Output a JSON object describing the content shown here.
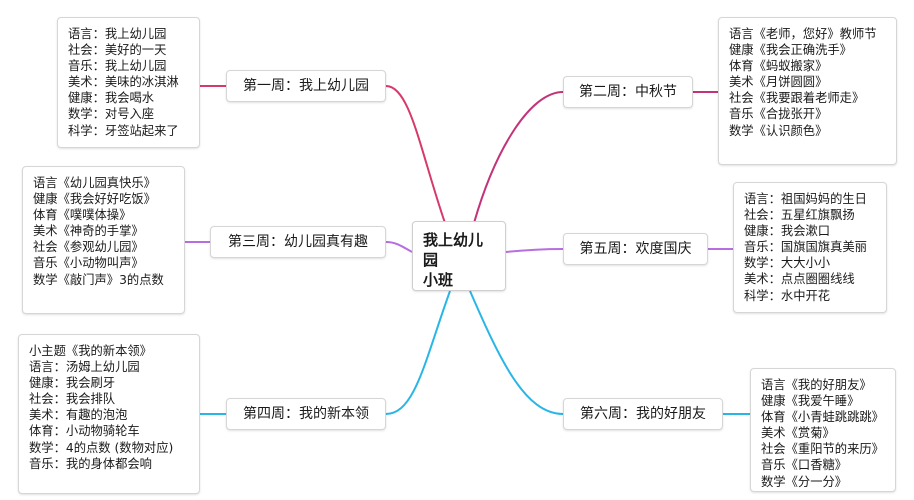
{
  "central": {
    "line1": "我上幼儿园",
    "line2": "小班"
  },
  "colors": {
    "left_top": "#d63a6b",
    "right_top": "#c2347a",
    "mid": "#b76ee0",
    "bottom": "#29b6e6"
  },
  "weeks": {
    "w1": {
      "label": "第一周：我上幼儿园",
      "lines": [
        "语言：我上幼儿园",
        "社会：美好的一天",
        "音乐：我上幼儿园",
        "美术：美味的冰淇淋",
        "健康：我会喝水",
        "数学：对号入座",
        "科学：牙签站起来了"
      ]
    },
    "w2": {
      "label": "第二周：中秋节",
      "lines": [
        "语言《老师，您好》教师节",
        "健康《我会正确洗手》",
        "体育《蚂蚁搬家》",
        "美术《月饼圆圆》",
        "社会《我要跟着老师走》",
        "音乐《合拢张开》",
        "数学《认识颜色》"
      ]
    },
    "w3": {
      "label": "第三周：幼儿园真有趣",
      "lines": [
        "语言《幼儿园真快乐》",
        "健康《我会好好吃饭》",
        "体育《噗噗体操》",
        "美术《神奇的手掌》",
        "社会《参观幼儿园》",
        "音乐《小动物叫声》",
        "数学《敲门声》3的点数"
      ]
    },
    "w4": {
      "label": "第四周：我的新本领",
      "lines": [
        "小主题《我的新本领》",
        "语言：汤姆上幼儿园",
        "健康：我会刷牙",
        "社会：我会排队",
        "美术：有趣的泡泡",
        "体育：小动物骑轮车",
        "数学：4的点数 (数物对应)",
        "音乐：我的身体都会响"
      ]
    },
    "w5": {
      "label": "第五周：欢度国庆",
      "lines": [
        "语言：祖国妈妈的生日",
        "社会：五星红旗飘扬",
        "健康：我会漱口",
        "音乐：国旗国旗真美丽",
        "数学：大大小小",
        "美术：点点圈圈线线",
        "科学：水中开花"
      ]
    },
    "w6": {
      "label": "第六周：我的好朋友",
      "lines": [
        "语言《我的好朋友》",
        "健康《我爱午睡》",
        "体育《小青蛙跳跳跳》",
        "美术《赏菊》",
        "社会《重阳节的来历》",
        "音乐《口香糖》",
        "数学《分一分》"
      ]
    }
  }
}
